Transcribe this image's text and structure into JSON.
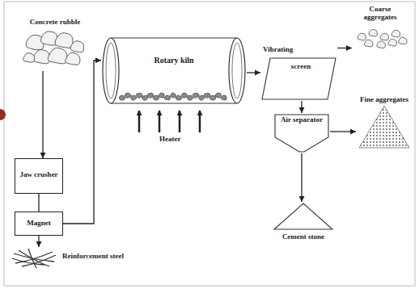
{
  "diagram": {
    "nodes": [
      {
        "text": [
          "Concrete rubble"
        ]
      },
      {
        "text": [
          "Jaw crusher"
        ]
      },
      {
        "text": [
          "Rotary kiln"
        ]
      },
      {
        "text": [
          "Vibrating",
          "screen"
        ]
      },
      {
        "text": [
          "Coarse aggregates"
        ]
      },
      {
        "text": [
          "Air separator"
        ]
      },
      {
        "text": [
          "Fine aggregates"
        ]
      },
      {
        "text": [
          "Cement stone"
        ]
      },
      {
        "text": [
          "Magnet"
        ]
      },
      {
        "text": [
          "Reinforcement steel"
        ]
      }
    ],
    "edges": [
      {
        "from": 0,
        "to": 1,
        "arrow": "to"
      },
      {
        "from": 1,
        "to": 8,
        "arrow": "none"
      },
      {
        "from": 8,
        "to": 9,
        "arrow": "to"
      },
      {
        "from": 8,
        "to": 2,
        "arrow": "to"
      },
      {
        "from": 2,
        "to": 3,
        "arrow": "to"
      },
      {
        "from": 3,
        "to": 4,
        "arrow": "to"
      },
      {
        "from": 3,
        "to": 5,
        "arrow": "to"
      },
      {
        "from": 5,
        "to": 6,
        "arrow": "to"
      },
      {
        "from": 5,
        "to": 7,
        "arrow": "to"
      }
    ],
    "labels": [
      "Heater"
    ]
  }
}
